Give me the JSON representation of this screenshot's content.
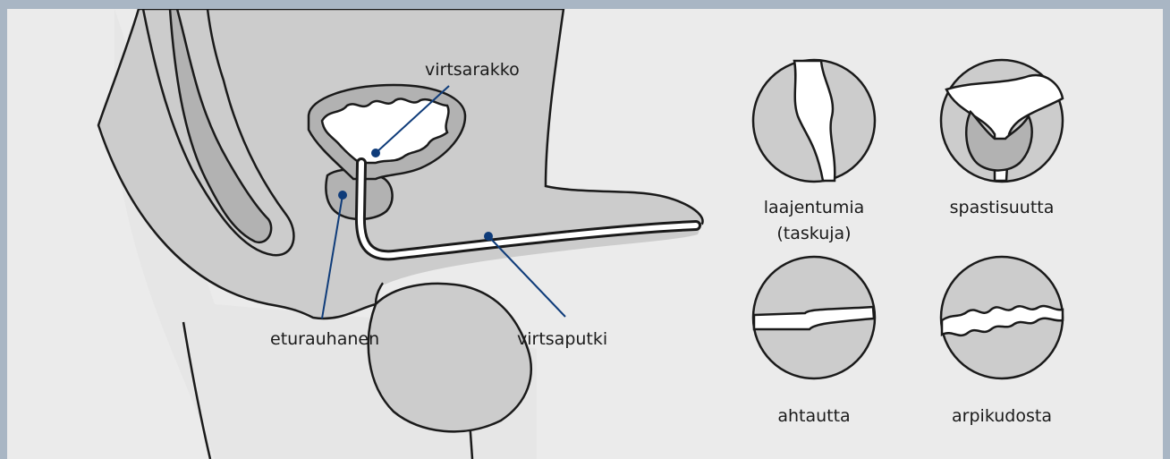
{
  "anatomy": {
    "bladder": "virtsarakko",
    "prostate": "eturauhanen",
    "urethra": "virtsaputki"
  },
  "conditions": [
    {
      "line1": "laajentumia",
      "line2": "(taskuja)"
    },
    {
      "line1": "spastisuutta"
    },
    {
      "line1": "ahtautta"
    },
    {
      "line1": "arpikudosta"
    }
  ],
  "colors": {
    "frame_border": "#a9b6c4",
    "background": "#ebebeb",
    "tissue_light": "#dedede",
    "tissue_mid": "#cccccc",
    "tissue_dark": "#b2b2b2",
    "pointer": "#0f3c7a",
    "outline": "#1a1a1a"
  }
}
